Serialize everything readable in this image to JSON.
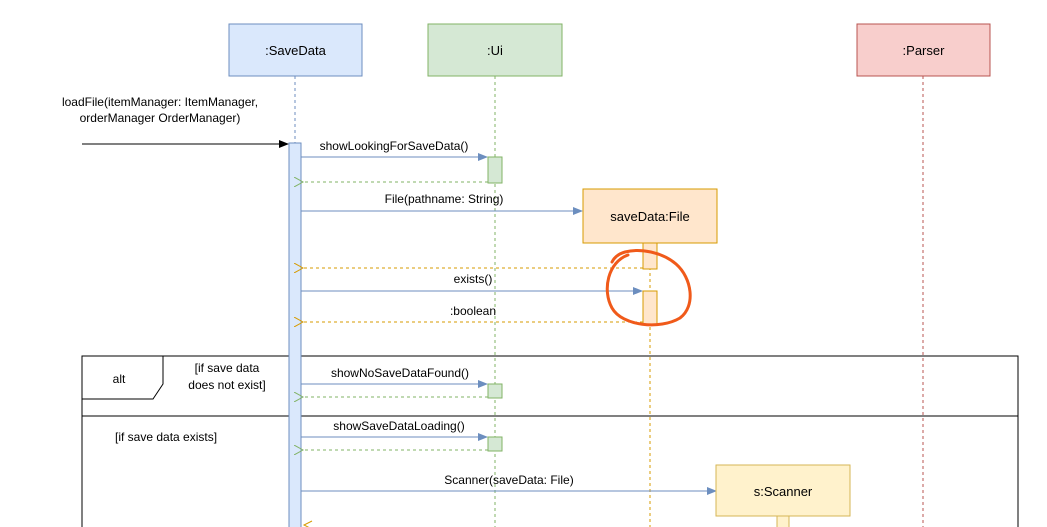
{
  "participants": {
    "savedata": {
      "label": ":SaveData",
      "fill": "#dae8fc",
      "stroke": "#6c8ebf"
    },
    "ui": {
      "label": ":Ui",
      "fill": "#d5e8d4",
      "stroke": "#82b366"
    },
    "parser": {
      "label": ":Parser",
      "fill": "#f8cecc",
      "stroke": "#b85450"
    },
    "file": {
      "label": "saveData:File",
      "fill": "#ffe6cc",
      "stroke": "#d79b00"
    },
    "scanner": {
      "label": "s:Scanner",
      "fill": "#fff2cc",
      "stroke": "#d6b656"
    }
  },
  "incoming": {
    "line1": "loadFile(itemManager: ItemManager,",
    "line2": "orderManager OrderManager)"
  },
  "messages": {
    "show_looking": "showLookingForSaveData()",
    "file_ctor": "File(pathname: String)",
    "exists": "exists()",
    "boolean_return": ":boolean",
    "show_no_save": "showNoSaveDataFound()",
    "show_loading": "showSaveDataLoading()",
    "scanner_ctor": "Scanner(saveData: File)"
  },
  "alt_fragment": {
    "operator": "alt",
    "guard1_line1": "[if save data",
    "guard1_line2": "does not exist]",
    "guard2": "[if save data exists]"
  },
  "annotation": {
    "type": "hand-drawn circle",
    "color": "#f05a1a"
  }
}
